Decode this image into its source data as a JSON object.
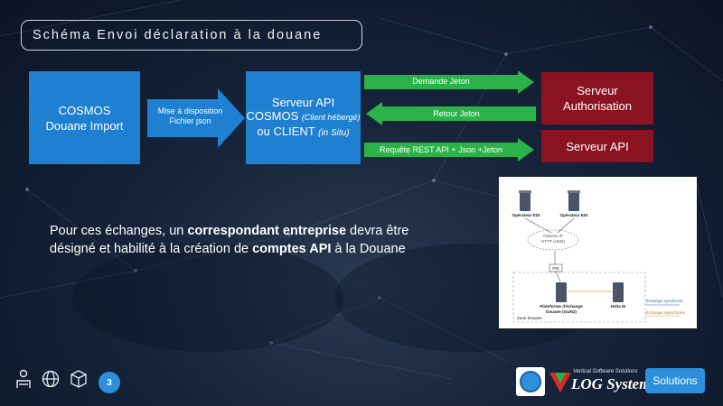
{
  "title": "Schéma Envoi déclaration à la douane",
  "boxes": {
    "cosmos": {
      "line1": "COSMOS",
      "line2": "Douane Import"
    },
    "serveur_api": {
      "line1": "Serveur API",
      "line2a": "COSMOS ",
      "line2b": "(Client hébergé)",
      "line3a": "ou CLIENT ",
      "line3b": "(in Situ)"
    },
    "auth": {
      "line1": "Serveur",
      "line2": "Authorisation"
    },
    "api": {
      "line1": "Serveur API"
    }
  },
  "arrows": {
    "mise": {
      "line1": "Mise à disposition",
      "line2": "Fichier json"
    },
    "demande": "Demande Jeton",
    "retour": "Retour Jeton",
    "requete": "Requête REST API + Json +Jeton"
  },
  "body": {
    "p1": "Pour ces échanges, un ",
    "b1": "correspondant entreprise",
    "p2": " devra être désigné et habilité à la création de ",
    "b2": "comptes API",
    "p3": " à la Douane"
  },
  "diagram": {
    "op1": "Opérateur EDI",
    "op2": "Opérateur EDI",
    "net1": "Réseau IP",
    "net2": "HTTP (x509)",
    "fw": "FW",
    "plat1": "Plateforme d'échange",
    "plat2": "Douane (GUN2)",
    "delta": "Delta IE",
    "sync": "Échange synchrone",
    "async": "Échange asynchrone",
    "zone": "Zone Douane"
  },
  "footer": {
    "page": "3",
    "logo_tagline": "Vertical Software Solutions",
    "logo_name": "LOG System",
    "solutions": "Solutions"
  },
  "colors": {
    "blue": "#1f7fd0",
    "green": "#2bb34a",
    "red": "#8b1220",
    "badge": "#2e8fdc"
  }
}
